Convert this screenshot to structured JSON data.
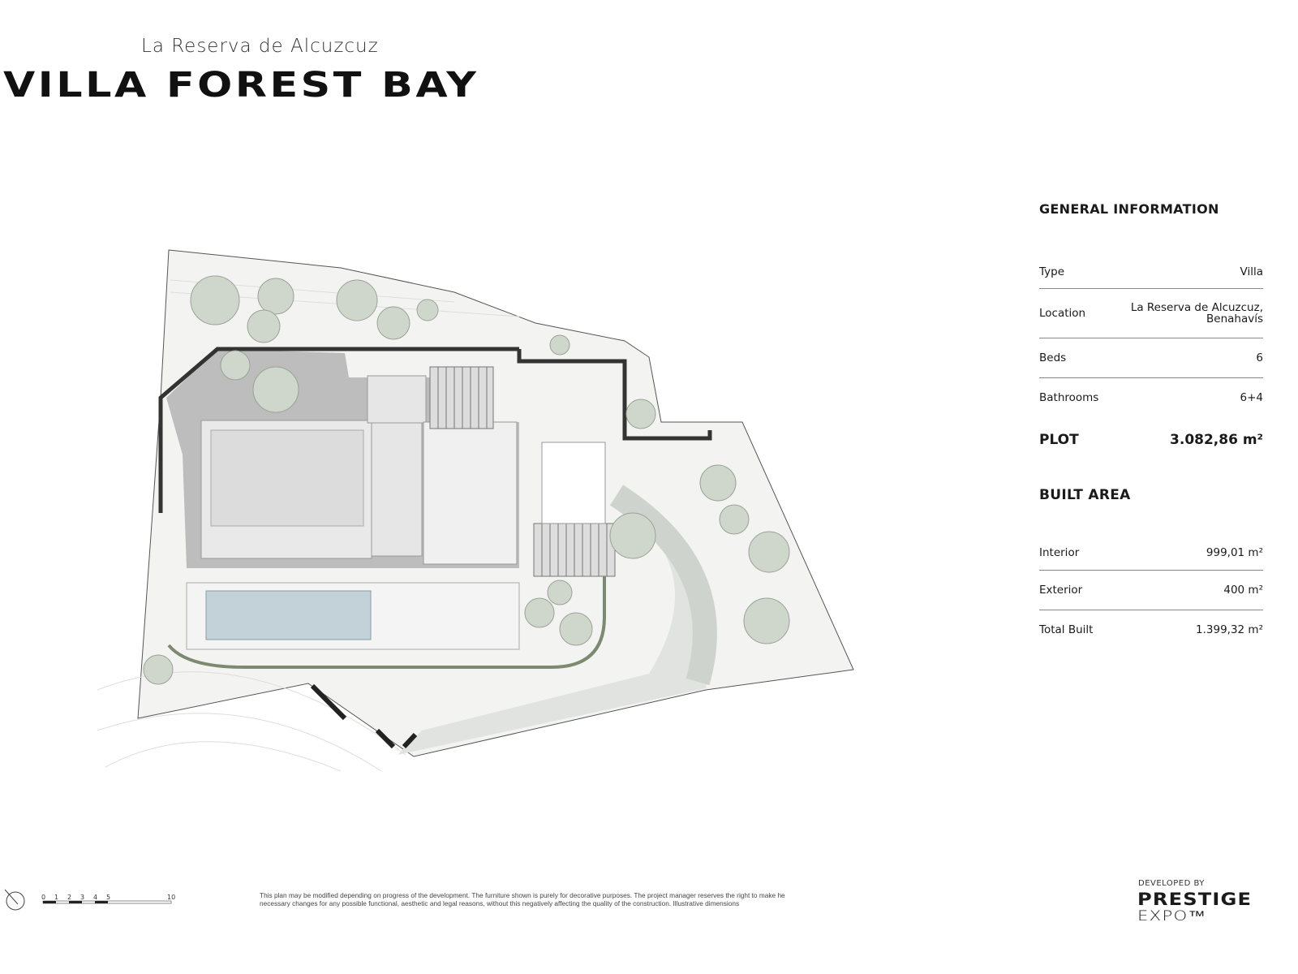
{
  "header": {
    "subtitle": "La Reserva de Alcuzcuz",
    "title": "VILLA FOREST BAY"
  },
  "general": {
    "heading": "GENERAL INFORMATION",
    "rows": [
      {
        "label": "Type",
        "value": "Villa"
      },
      {
        "label": "Location",
        "value_line1": "La Reserva de Alcuzcuz,",
        "value_line2": "Benahavís"
      },
      {
        "label": "Beds",
        "value": "6"
      },
      {
        "label": "Bathrooms",
        "value": "6+4"
      }
    ]
  },
  "plot": {
    "label": "PLOT",
    "value": "3.082,86 m²"
  },
  "built": {
    "heading": "BUILT AREA",
    "rows": [
      {
        "label": "Interior",
        "value": "999,01 m²"
      },
      {
        "label": "Exterior",
        "value": "400 m²"
      },
      {
        "label": "Total Built",
        "value": "1.399,32 m²"
      }
    ]
  },
  "scale": {
    "ticks": [
      "0",
      "1",
      "2",
      "3",
      "4",
      "5",
      "10"
    ]
  },
  "disclaimer": {
    "line1": "This plan may be modified depending on progress of the development. The furniture shown is purely for decorative purposes. The project manager reserves the right to make he",
    "line2": "necessary changes for any possible functional, aesthetic and legal reasons, without this negatively affecting the quality of the construction. Illustrative dimensions"
  },
  "developer": {
    "label": "DEVELOPED BY",
    "logo_line1": "PRESTIGE",
    "logo_line2": "EXPO™"
  }
}
